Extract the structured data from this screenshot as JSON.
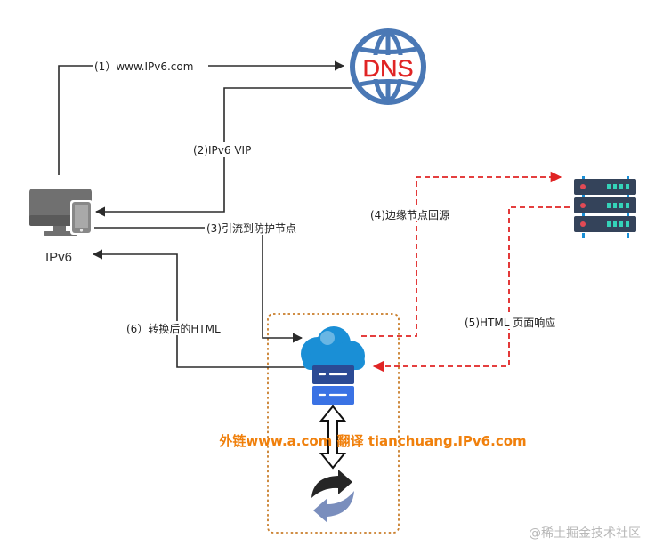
{
  "client": {
    "label": "IPv6"
  },
  "dns": {
    "label": "DNS"
  },
  "steps": {
    "s1": "(1）www.IPv6.com",
    "s2": "(2)IPv6 VIP",
    "s3": "(3)引流到防护节点",
    "s4": "(4)边缘节点回源",
    "s5": "(5)HTML 页面响应",
    "s6": "(6）转换后的HTML"
  },
  "highlight": {
    "text": "外链www.a.com 翻译 tianchuang.IPv6.com"
  },
  "watermark": {
    "text": "@稀土掘金技术社区"
  },
  "colors": {
    "black_arrow": "#2b2b2b",
    "red_dashed": "#e02424",
    "orange_box": "#c97d2a",
    "dns_globe": "#4a78b5",
    "cloud": "#1a8fd6",
    "server_node": "#2b4a94",
    "origin_server": "#34435a",
    "highlight_text": "#f0800c"
  }
}
